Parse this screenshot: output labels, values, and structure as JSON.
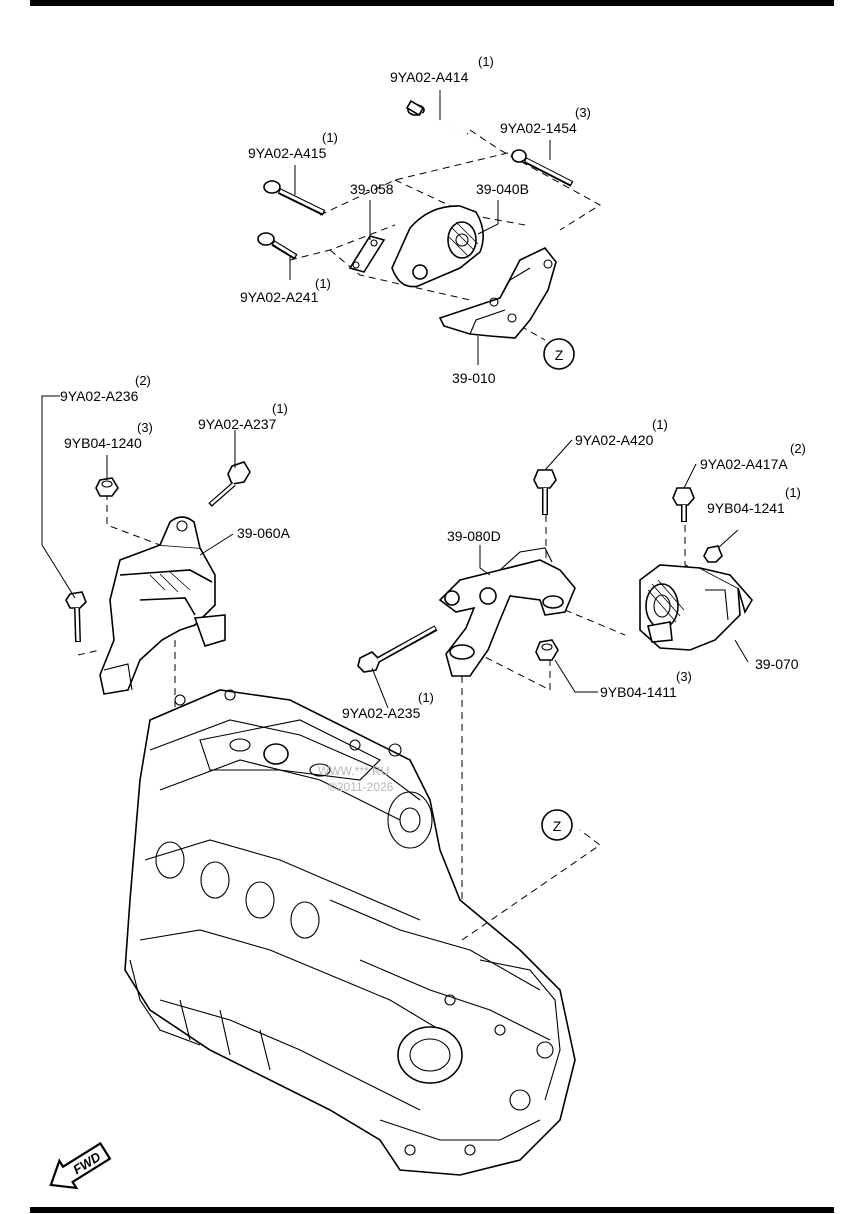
{
  "parts": [
    {
      "id": "p414",
      "code": "9YA02-A414",
      "qty": "(1)"
    },
    {
      "id": "p1454",
      "code": "9YA02-1454",
      "qty": "(3)"
    },
    {
      "id": "p415",
      "code": "9YA02-A415",
      "qty": "(1)"
    },
    {
      "id": "p058",
      "code": "39-058",
      "qty": ""
    },
    {
      "id": "p040b",
      "code": "39-040B",
      "qty": ""
    },
    {
      "id": "p241",
      "code": "9YA02-A241",
      "qty": "(1)"
    },
    {
      "id": "p010",
      "code": "39-010",
      "qty": ""
    },
    {
      "id": "p236",
      "code": "9YA02-A236",
      "qty": "(2)"
    },
    {
      "id": "p237",
      "code": "9YA02-A237",
      "qty": "(1)"
    },
    {
      "id": "p1240",
      "code": "9YB04-1240",
      "qty": "(3)"
    },
    {
      "id": "p060a",
      "code": "39-060A",
      "qty": ""
    },
    {
      "id": "p420",
      "code": "9YA02-A420",
      "qty": "(1)"
    },
    {
      "id": "p417a",
      "code": "9YA02-A417A",
      "qty": "(2)"
    },
    {
      "id": "p1241",
      "code": "9YB04-1241",
      "qty": "(1)"
    },
    {
      "id": "p080d",
      "code": "39-080D",
      "qty": ""
    },
    {
      "id": "p070",
      "code": "39-070",
      "qty": ""
    },
    {
      "id": "p1411",
      "code": "9YB04-1411",
      "qty": "(3)"
    },
    {
      "id": "p235",
      "code": "9YA02-A235",
      "qty": "(1)"
    }
  ],
  "reference_marks": [
    "Z",
    "Z"
  ],
  "direction_arrow": {
    "text": "FWD",
    "icon": "fwd-arrow-icon"
  },
  "watermark": {
    "line1": "WWW.***.RU",
    "line2": "©2011-2026"
  },
  "colors": {
    "ink": "#000000",
    "paper": "#ffffff",
    "watermark": "#b8b8b8"
  }
}
